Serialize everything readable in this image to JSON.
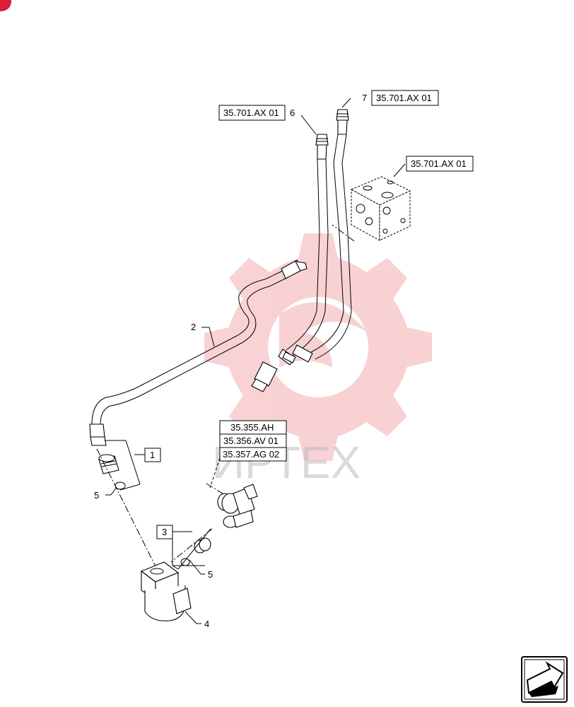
{
  "references": {
    "ref_hose_6": "35.701.AX 01",
    "ref_hose_7": "35.701.AX 01",
    "ref_block": "35.701.AX 01",
    "ref_fitting_a": "35.355.AH",
    "ref_fitting_b": "35.356.AV 01",
    "ref_fitting_c": "35.357.AG 02"
  },
  "item_numbers": {
    "item_1": "1",
    "item_2": "2",
    "item_3": "3",
    "item_4": "4",
    "item_5a": "5",
    "item_5b": "5",
    "item_6": "6",
    "item_7": "7"
  },
  "watermark": {
    "text": "ИРТЕХ",
    "color": "#e8323a"
  },
  "colors": {
    "line": "#000000",
    "watermark_gear": "#f4b8bb"
  },
  "icons": {
    "corner_badge": "corner-badge-icon",
    "nav": "next-page-arrow-icon"
  }
}
